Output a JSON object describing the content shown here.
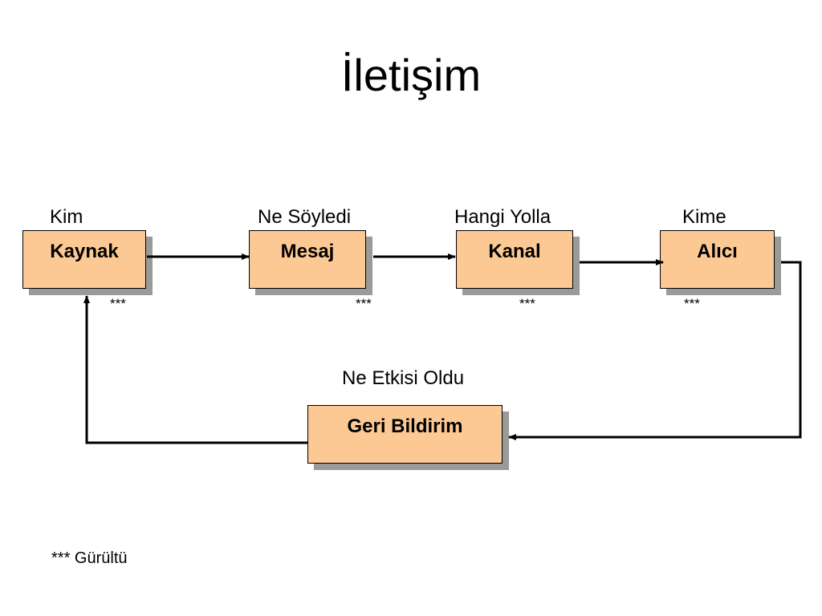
{
  "title": "İletişim",
  "labels": {
    "kim": "Kim",
    "ne_soyledi": "Ne Söyledi",
    "hangi_yolla": "Hangi Yolla",
    "kime": "Kime",
    "ne_etkisi_oldu": "Ne Etkisi Oldu"
  },
  "boxes": {
    "kaynak": "Kaynak",
    "mesaj": "Mesaj",
    "kanal": "Kanal",
    "alici": "Alıcı",
    "geri_bildirim": "Geri Bildirim"
  },
  "noise_marks": {
    "kaynak": "***",
    "mesaj": "***",
    "kanal": "***",
    "alici": "***"
  },
  "legend": "*** Gürültü",
  "colors": {
    "box_fill": "#fcc893",
    "box_shadow": "#9a9a9a",
    "line": "#000000"
  }
}
